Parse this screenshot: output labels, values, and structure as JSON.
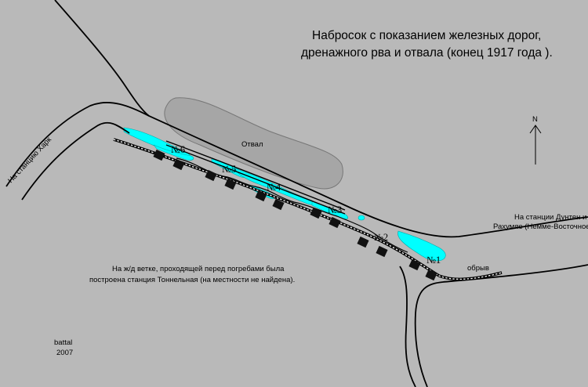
{
  "title": {
    "line1": "Набросок с показанием железных дорог,",
    "line2": "дренажного рва и отвала (конец 1917 года )."
  },
  "labels": {
    "dump": "Отвал",
    "to_kharku": "На станцию Харк",
    "to_dunten_line1": "На станции Дунтен и",
    "to_dunten_line2": "Рахумяе (Немме-Восточное)",
    "cliff": "обрыв",
    "north": "N"
  },
  "note": {
    "line1": "На ж/д ветке, проходящей перед погребами была",
    "line2": "построена станция Тоннельная (на местности не найдена)."
  },
  "author": {
    "name": "battal",
    "year": "2007"
  },
  "cellars": [
    {
      "id": "cellar-6",
      "label": "№6"
    },
    {
      "id": "cellar-5",
      "label": "№5"
    },
    {
      "id": "cellar-4",
      "label": "№4"
    },
    {
      "id": "cellar-3",
      "label": "№3"
    },
    {
      "id": "cellar-2",
      "label": "№2"
    },
    {
      "id": "cellar-1",
      "label": "№1"
    }
  ],
  "colors": {
    "background": "#b9b9b9",
    "water": "#00ffff",
    "dump": "#a6a6a6",
    "lines": "#000000"
  }
}
